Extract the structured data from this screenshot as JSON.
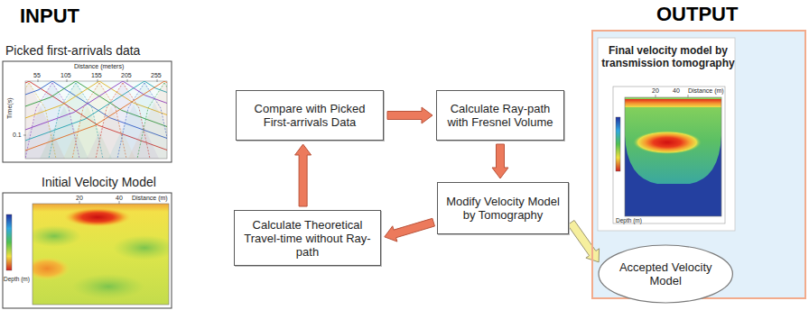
{
  "diagram": {
    "nodes": [
      {
        "text": [
          "Compare with Picked First-arrivals Data"
        ]
      },
      {
        "text": [
          "Calculate Ray-path with Fresnel Volume"
        ]
      },
      {
        "text": [
          "Modify Velocity Model by Tomography"
        ]
      },
      {
        "text": [
          "Calculate Theoretical Travel-time without Ray-path"
        ]
      },
      {
        "text": [
          "Final velocity model by transmission tomography"
        ]
      },
      {
        "text": [
          "Accepted Velocity Model"
        ],
        "in": 4
      }
    ],
    "edges": [
      {
        "from": 0,
        "to": 1,
        "arrow": "to"
      },
      {
        "from": 1,
        "to": 2,
        "arrow": "to"
      },
      {
        "from": 2,
        "to": 3,
        "arrow": "to"
      },
      {
        "from": 3,
        "to": 0,
        "arrow": "to"
      },
      {
        "from": 2,
        "to": 5,
        "arrow": "to"
      }
    ],
    "labels": [
      "INPUT",
      "OUTPUT",
      "Picked first-arrivals data",
      "Initial Velocity Model",
      "Distance (meters)",
      "55",
      "105",
      "155",
      "205",
      "255",
      "Time(s)",
      "0.1",
      "Distance (m)",
      "20",
      "40",
      "Depth (m)",
      "Distance (m)",
      "20",
      "40",
      "Depth (m)"
    ]
  }
}
